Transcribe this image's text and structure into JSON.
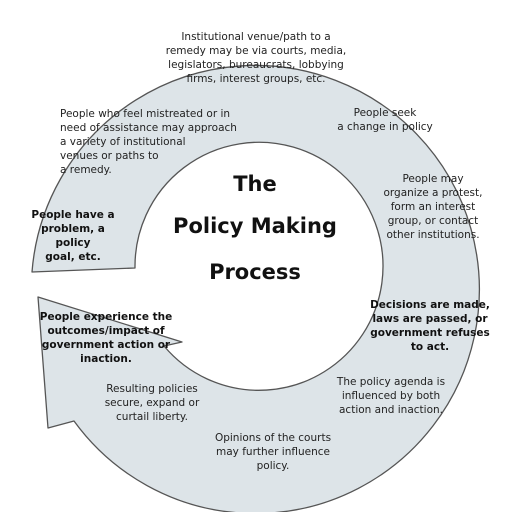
{
  "title_lines": [
    "The",
    "Policy Making",
    "Process"
  ],
  "steps": {
    "venue": "Institutional venue/path to a\nremedy may be via courts, media,\nlegislators, bureaucrats, lobbying\nfirms, interest groups, etc.",
    "seek_change": "People seek\na change in policy",
    "protest": "People may\norganize a protest,\nform an interest\ngroup, or contact\nother institutions.",
    "decisions": "Decisions are made,\nlaws are passed, or\ngovernment refuses\nto act.",
    "agenda": "The policy agenda is\ninfluenced by both\naction and inaction.",
    "courts": "Opinions of the courts\nmay further influence\npolicy.",
    "policies": "Resulting policies\nsecure, expand or\ncurtail liberty.",
    "outcomes": "People experience the\noutcomes/impact of\ngovernment action or\ninaction.",
    "problem": "People have a\nproblem, a policy\ngoal, etc.",
    "mistreated": "People who feel mistreated or in\nneed of assistance may approach\na variety of institutional\nvenues or paths to\na remedy."
  },
  "colors": {
    "ring_fill": "#dde4e8",
    "ring_stroke": "#555555"
  }
}
